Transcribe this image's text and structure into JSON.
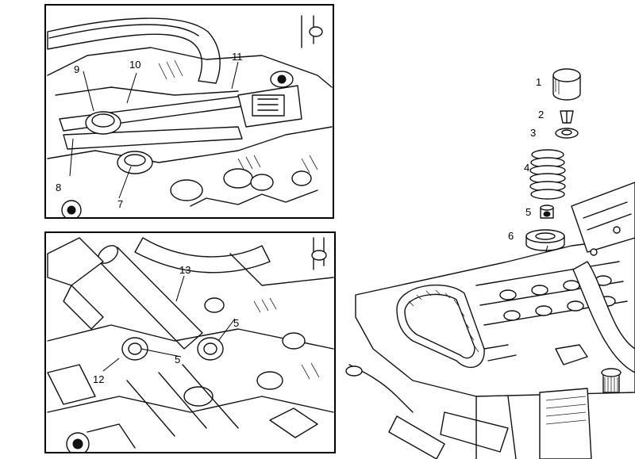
{
  "callouts": {
    "top_panel": [
      "9",
      "10",
      "11",
      "8",
      "7"
    ],
    "bottom_panel": [
      "13",
      "5",
      "5",
      "12"
    ],
    "exploded": [
      "1",
      "2",
      "3",
      "4",
      "5",
      "6"
    ]
  }
}
